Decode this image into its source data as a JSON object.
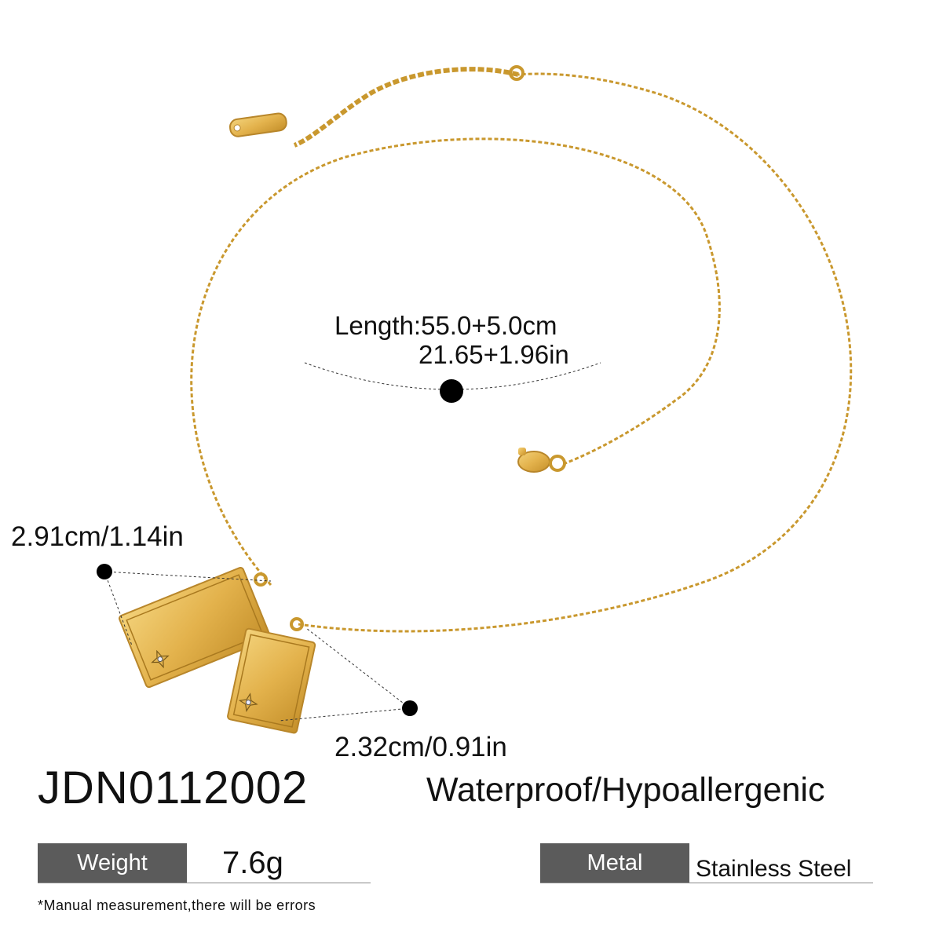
{
  "measurements": {
    "length_cm": "Length:55.0+5.0cm",
    "length_in": "21.65+1.96in",
    "large_pendant": "2.91cm/1.14in",
    "small_pendant": "2.32cm/0.91in"
  },
  "product": {
    "model": "JDN0112002",
    "features": "Waterproof/Hypoallergenic"
  },
  "specs": {
    "weight_label": "Weight",
    "weight_value": "7.6g",
    "metal_label": "Metal",
    "metal_value": "Stainless Steel"
  },
  "disclaimer": "*Manual measurement,there will be errors",
  "colors": {
    "gold": "#c9982e",
    "gold_light": "#e8bf5a",
    "label_bg": "#5b5b5b"
  }
}
